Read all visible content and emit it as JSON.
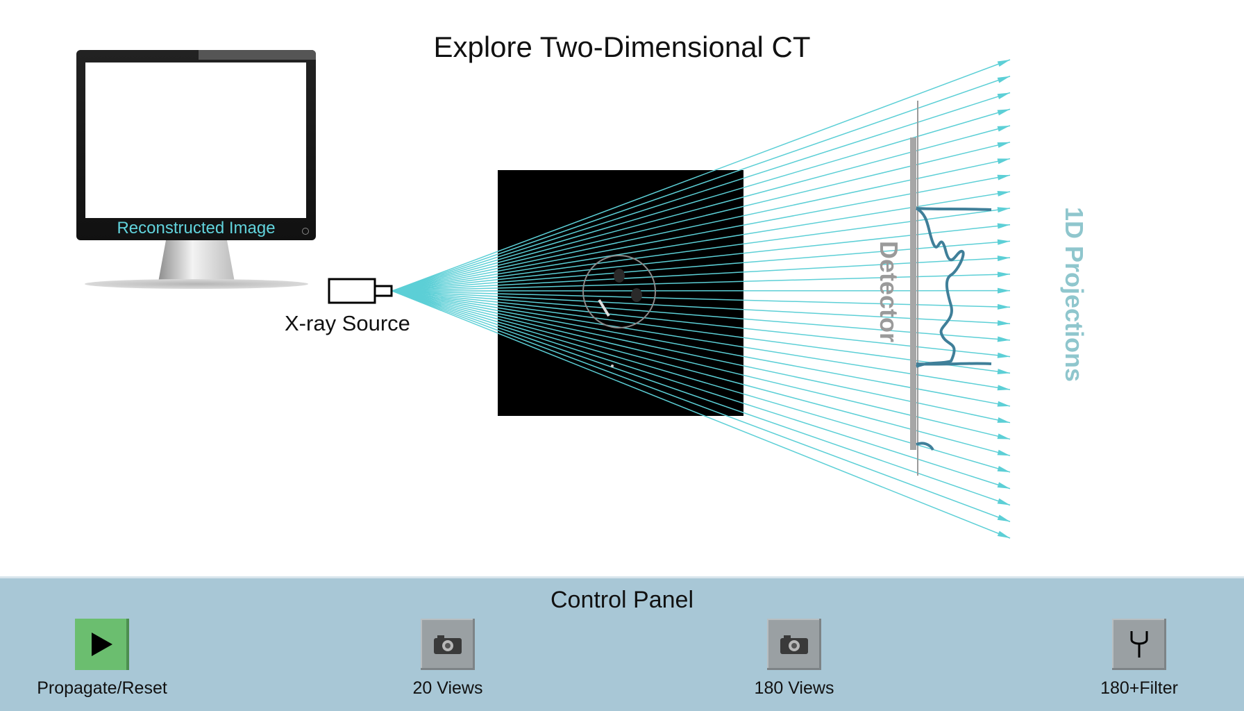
{
  "title": "Explore Two-Dimensional CT",
  "monitor": {
    "label": "Reconstructed Image"
  },
  "source": {
    "label": "X-ray Source"
  },
  "detector": {
    "label": "Detector"
  },
  "projections": {
    "label": "1D Projections"
  },
  "colors": {
    "ray": "#5ccfd6",
    "panel": "#a8c7d6",
    "play": "#6bbe6f",
    "profile": "#3f7f99"
  },
  "control_panel": {
    "title": "Control Panel",
    "buttons": [
      {
        "label": "Propagate/Reset",
        "icon": "play-icon"
      },
      {
        "label": "20 Views",
        "icon": "camera-icon"
      },
      {
        "label": "180 Views",
        "icon": "camera-icon"
      },
      {
        "label": "180+Filter",
        "icon": "filter-icon"
      }
    ]
  }
}
